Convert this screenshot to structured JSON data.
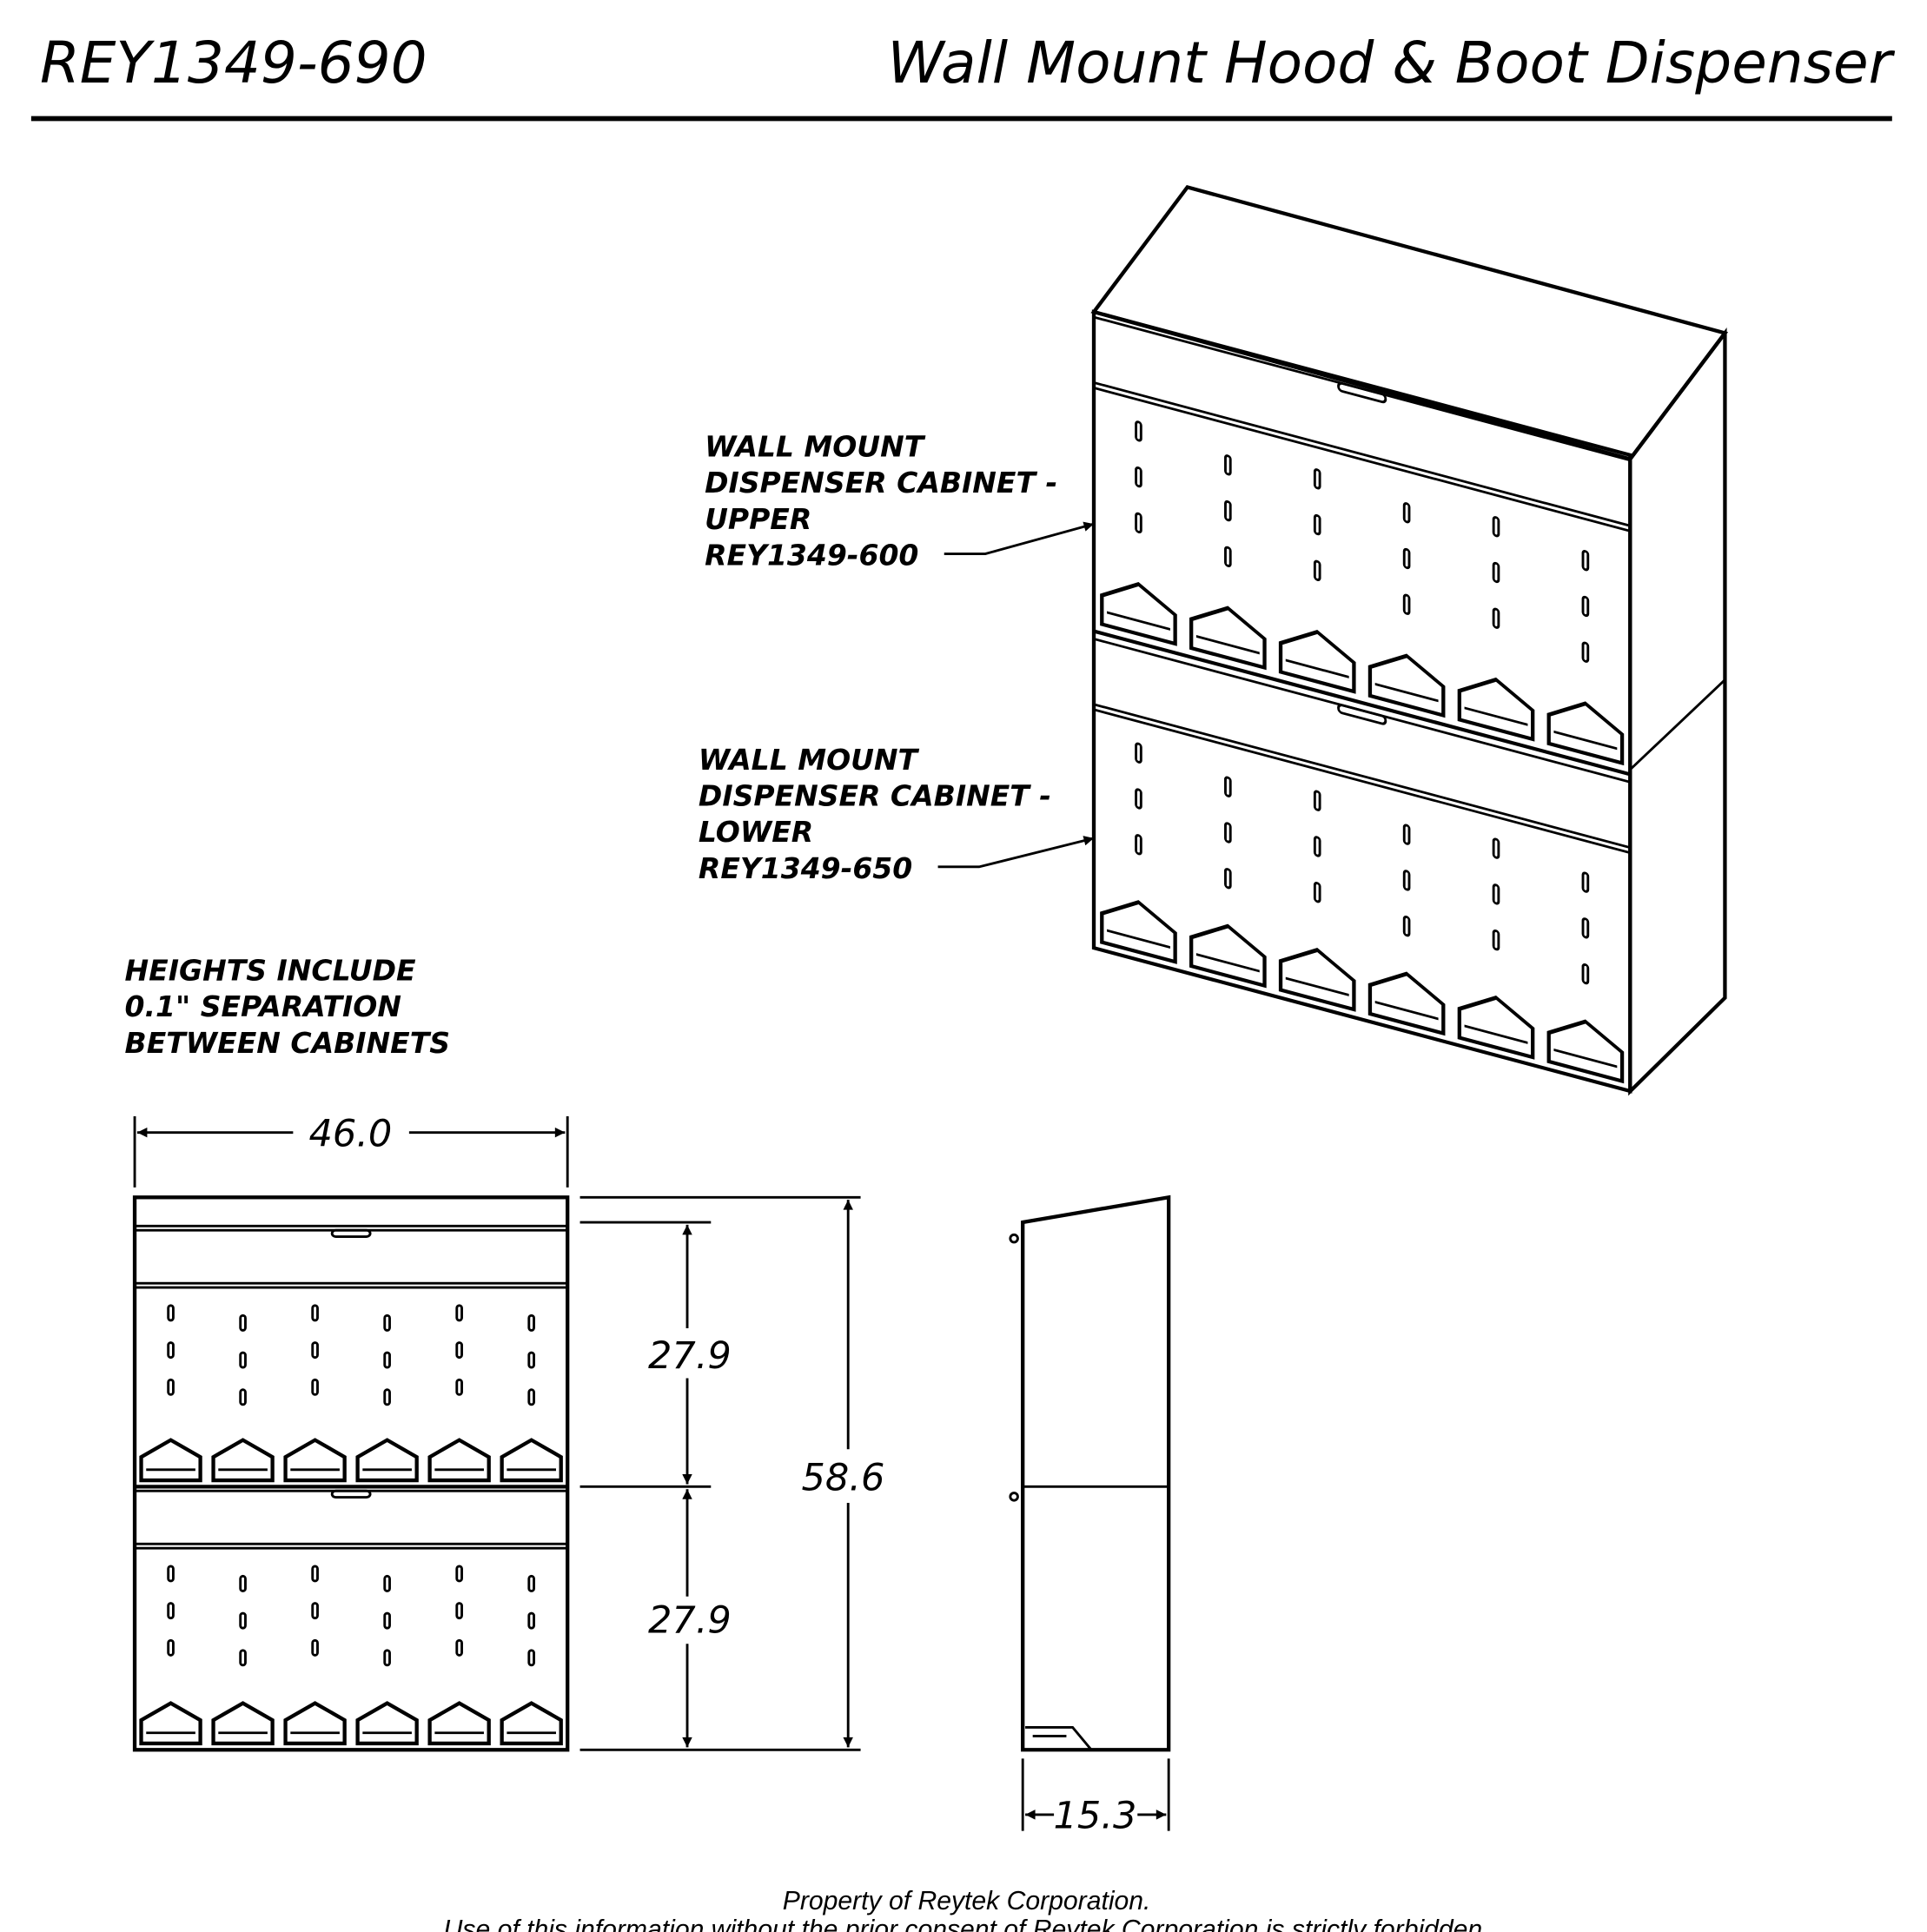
{
  "header": {
    "part_number": "REY1349-690",
    "title": "Wall Mount Hood & Boot Dispenser"
  },
  "callouts": {
    "upper": [
      "WALL MOUNT",
      "DISPENSER CABINET -",
      "UPPER",
      "REY1349-600"
    ],
    "lower": [
      "WALL MOUNT",
      "DISPENSER CABINET -",
      "LOWER",
      "REY1349-650"
    ],
    "note": [
      "HEIGHTS INCLUDE",
      "0.1\" SEPARATION",
      "BETWEEN CABINETS"
    ]
  },
  "dimensions": {
    "width": "46.0",
    "upper_height": "27.9",
    "lower_height": "27.9",
    "total_height": "58.6",
    "depth": "15.3"
  },
  "footer": {
    "line1": "Property of Reytek Corporation.",
    "line2": "Use of this information without the prior consent of Reytek Corporation is strictly forbidden."
  }
}
